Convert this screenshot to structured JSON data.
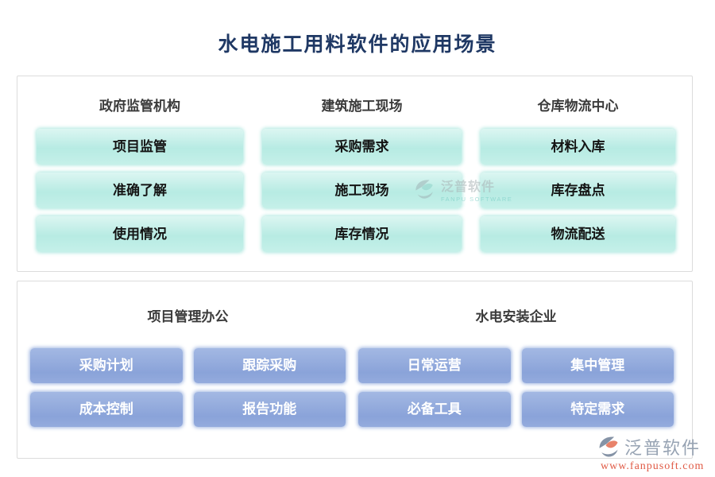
{
  "title": "水电施工用料软件的应用场景",
  "colors": {
    "title_text": "#1f3864",
    "section_header_text": "#3b3b3b",
    "mint_block_bg": "#b7ebe3",
    "mint_block_text": "#141414",
    "blue_block_bg": "#8aa3d9",
    "blue_block_text": "#ffffff",
    "panel_border": "#dcdcdc",
    "watermark_url_text": "#e05a45",
    "watermark_name_text": "#97a3b3"
  },
  "top_panel": {
    "columns": [
      {
        "header": "政府监管机构",
        "buttons": [
          "项目监管",
          "准确了解",
          "使用情况"
        ]
      },
      {
        "header": "建筑施工现场",
        "buttons": [
          "采购需求",
          "施工现场",
          "库存情况"
        ]
      },
      {
        "header": "仓库物流中心",
        "buttons": [
          "材料入库",
          "库存盘点",
          "物流配送"
        ]
      }
    ]
  },
  "bottom_panel": {
    "groups": [
      {
        "header": "项目管理办公",
        "buttons": [
          "采购计划",
          "跟踪采购",
          "成本控制",
          "报告功能"
        ]
      },
      {
        "header": "水电安装企业",
        "buttons": [
          "日常运营",
          "集中管理",
          "必备工具",
          "特定需求"
        ]
      }
    ]
  },
  "watermark_center": {
    "name": "泛普软件",
    "subtitle": "FANPU SOFTWARE"
  },
  "watermark_corner": {
    "name": "泛普软件",
    "url": "www.fanpusoft.com"
  }
}
